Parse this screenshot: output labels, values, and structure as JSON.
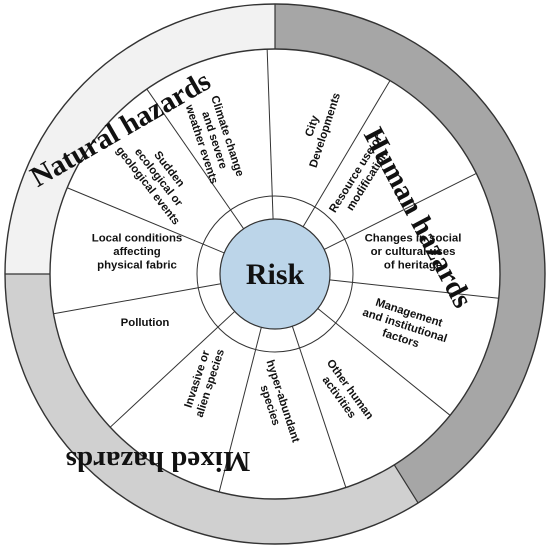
{
  "center": {
    "label": "Risk",
    "fill": "#bcd5e9"
  },
  "categories": [
    {
      "id": "natural",
      "label": "Natural hazards",
      "fill": "#f2f2f2"
    },
    {
      "id": "human",
      "label": "Human hazards",
      "fill": "#a6a6a6"
    },
    {
      "id": "mixed",
      "label": "Mixed hazards",
      "fill": "#d0d0d0"
    }
  ],
  "segments": [
    {
      "name": "city-developments",
      "lines": [
        "City",
        "Developments"
      ]
    },
    {
      "name": "resource-use",
      "lines": [
        "Resource use or",
        "modification"
      ]
    },
    {
      "name": "changes-in-uses",
      "lines": [
        "Changes in social",
        "or cultural uses",
        "of heritage"
      ]
    },
    {
      "name": "management-factors",
      "lines": [
        "Management",
        "and institutional",
        "factors"
      ]
    },
    {
      "name": "other-human-activities",
      "lines": [
        "Other human",
        "activities"
      ]
    },
    {
      "name": "hyper-abundant-species",
      "lines": [
        "hyper-abundant",
        "species"
      ]
    },
    {
      "name": "invasive-species",
      "lines": [
        "Invasive or",
        "alien species"
      ]
    },
    {
      "name": "pollution",
      "lines": [
        "Pollution"
      ]
    },
    {
      "name": "local-conditions",
      "lines": [
        "Local conditions",
        "affecting",
        "physical fabric"
      ]
    },
    {
      "name": "sudden-events",
      "lines": [
        "Sudden",
        "ecological or",
        "geological events"
      ]
    },
    {
      "name": "climate-change",
      "lines": [
        "Climate change",
        "and severe",
        "weather events"
      ]
    }
  ],
  "colors": {
    "stroke": "#333333",
    "segment_fill": "#ffffff"
  }
}
